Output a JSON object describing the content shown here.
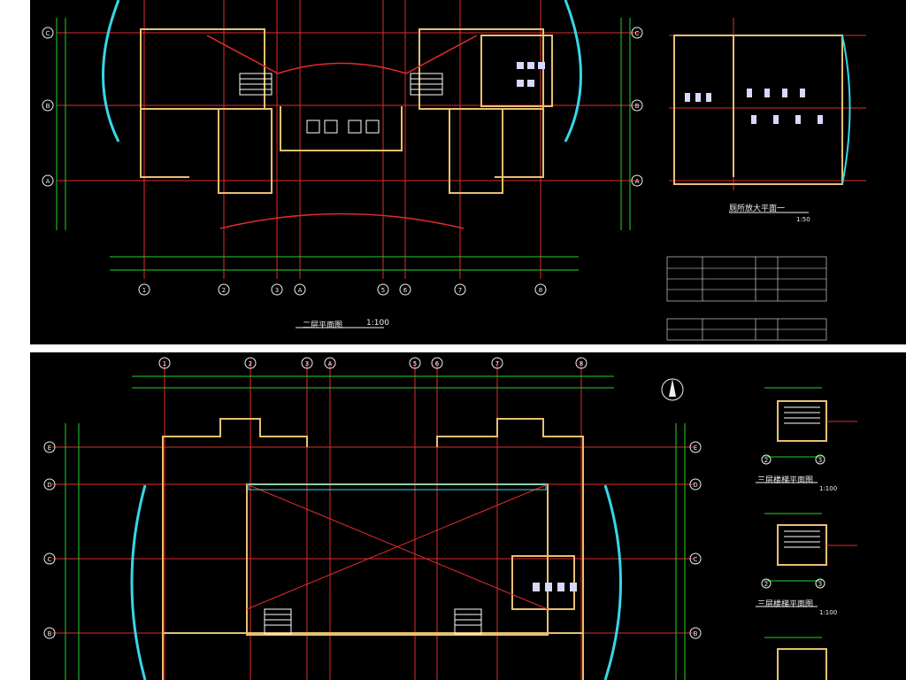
{
  "palette": {
    "background": "#000000",
    "page": "#ffffff",
    "grid": "#e32b2b",
    "wall": "#e8c070",
    "dim": "#22d32a",
    "curve": "#38d6e8",
    "text": "#f0f0f0",
    "stair": "#ffffff",
    "fixture": "#d8d8ff",
    "window": "#3c7cff"
  },
  "top_panel": {
    "plan_title": "二层平面图",
    "plan_scale": "1:100",
    "detail_title": "厕所放大平面一",
    "detail_scale": "1:50",
    "row_axes": [
      "C",
      "B",
      "A"
    ],
    "col_axes": [
      "1",
      "2",
      "3",
      "A",
      "5",
      "6",
      "7",
      "8"
    ]
  },
  "bottom_panel": {
    "row_axes": [
      "E",
      "D",
      "C",
      "B"
    ],
    "col_axes": [
      "1",
      "2",
      "3",
      "A",
      "5",
      "6",
      "7",
      "8"
    ],
    "stair_detail_1_axes": [
      "2",
      "3"
    ],
    "stair_detail_1_title": "三层楼梯平面图",
    "stair_detail_1_scale": "1:100",
    "stair_detail_2_axes": [
      "2",
      "3"
    ],
    "stair_detail_2_title": "三层楼梯平面图",
    "stair_detail_2_scale": "1:100"
  }
}
